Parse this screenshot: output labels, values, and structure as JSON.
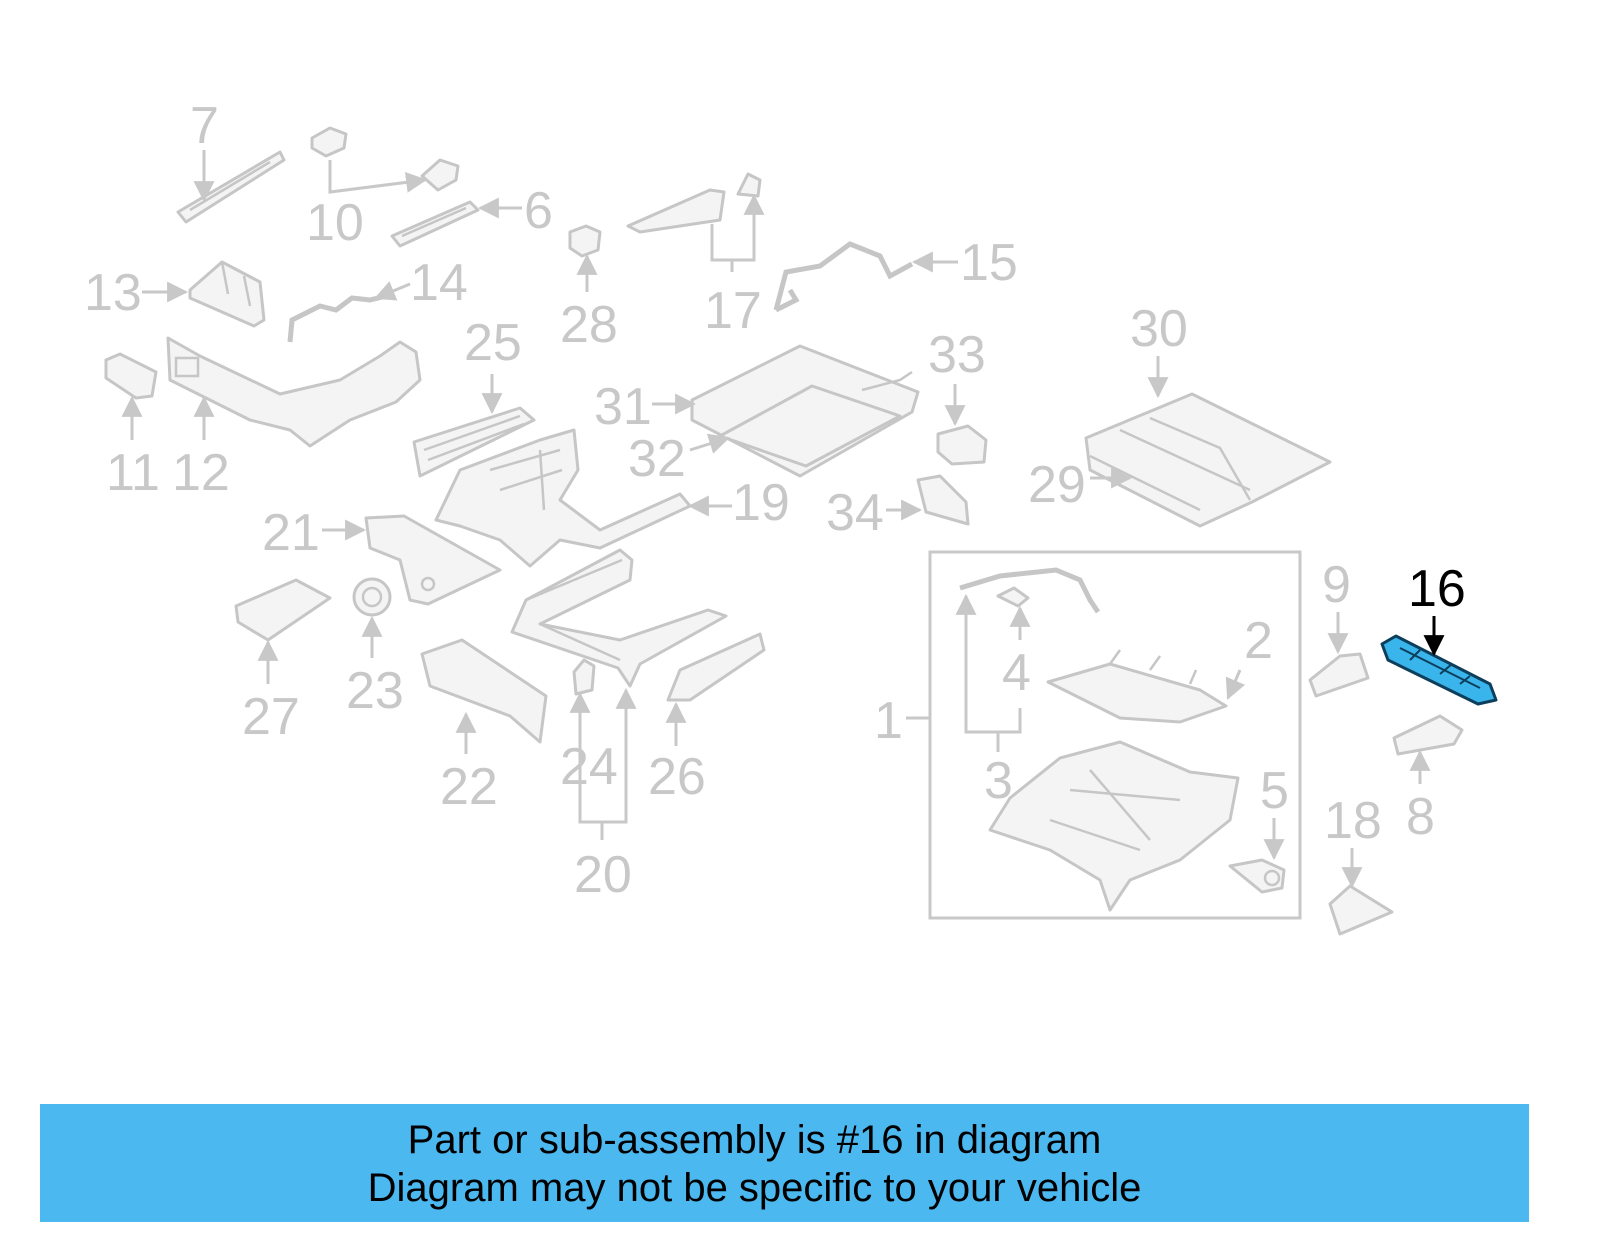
{
  "callouts": {
    "c1": "1",
    "c2": "2",
    "c3": "3",
    "c4": "4",
    "c5": "5",
    "c6": "6",
    "c7": "7",
    "c8": "8",
    "c9": "9",
    "c10": "10",
    "c11": "11",
    "c12": "12",
    "c13": "13",
    "c14": "14",
    "c15": "15",
    "c16": "16",
    "c17": "17",
    "c18": "18",
    "c19": "19",
    "c20": "20",
    "c21": "21",
    "c22": "22",
    "c23": "23",
    "c24": "24",
    "c25": "25",
    "c26": "26",
    "c27": "27",
    "c28": "28",
    "c29": "29",
    "c30": "30",
    "c31": "31",
    "c32": "32",
    "c33": "33",
    "c34": "34"
  },
  "highlighted_part": "16",
  "colors": {
    "highlight_fill": "#39b5ec",
    "banner_bg": "#4cb8f0",
    "inactive_gray": "#c8c8c8"
  },
  "banner": {
    "line1": "Part or sub-assembly is #16 in diagram",
    "line2": "Diagram may not be specific to your vehicle"
  }
}
